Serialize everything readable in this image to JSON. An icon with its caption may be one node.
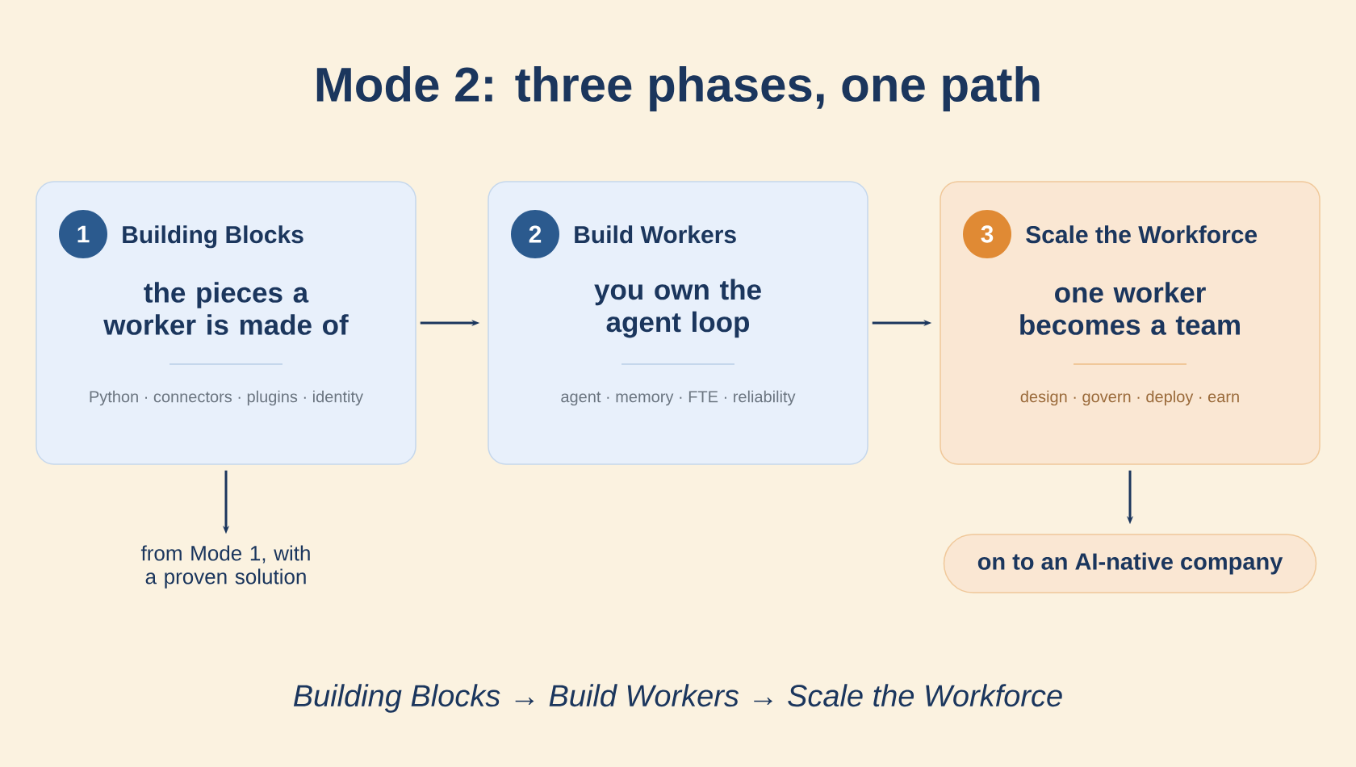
{
  "diagram": {
    "title": "Mode 2: three phases, one path",
    "caption": "Building Blocks → Build Workers → Scale the Workforce",
    "nodes": [
      {
        "text": [
          "Building Blocks",
          "the pieces a worker is made of",
          "Python · connectors · plugins · identity"
        ]
      },
      {
        "text": [
          "1"
        ],
        "in": 0
      },
      {
        "text": [
          "Build Workers",
          "you own the agent loop",
          "agent · memory · FTE · reliability"
        ]
      },
      {
        "text": [
          "2"
        ],
        "in": 2
      },
      {
        "text": [
          "Scale the Workforce",
          "one worker becomes a team",
          "design · govern · deploy · earn"
        ]
      },
      {
        "text": [
          "3"
        ],
        "in": 4
      },
      {
        "text": [
          "from Mode 1, with a proven solution"
        ]
      },
      {
        "text": [
          "on to an AI-native company"
        ]
      }
    ],
    "edges": [
      {
        "from": 0,
        "to": 2,
        "arrow": "to"
      },
      {
        "from": 2,
        "to": 4,
        "arrow": "to"
      },
      {
        "from": 0,
        "to": 6,
        "arrow": "to"
      },
      {
        "from": 4,
        "to": 7,
        "arrow": "to"
      }
    ]
  }
}
